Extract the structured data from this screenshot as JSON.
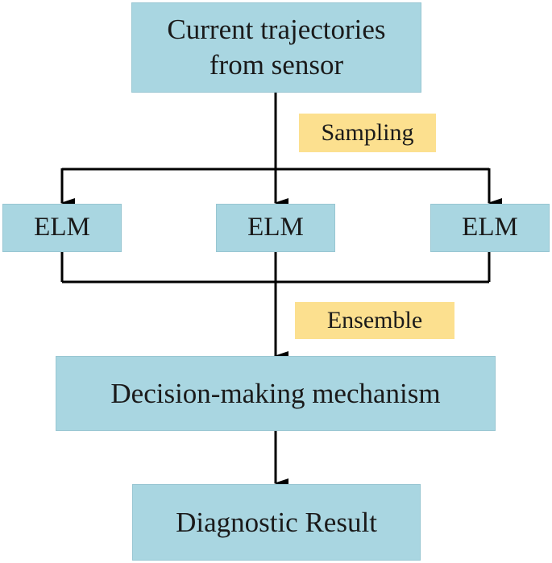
{
  "nodes": {
    "source": {
      "line1": "Current trajectories",
      "line2": "from sensor"
    },
    "elm_left": "ELM",
    "elm_middle": "ELM",
    "elm_right": "ELM",
    "decision": "Decision-making mechanism",
    "result": "Diagnostic Result"
  },
  "edge_labels": {
    "sampling": "Sampling",
    "ensemble": "Ensemble"
  },
  "colors": {
    "box_fill": "#a9d6e1",
    "label_fill": "#fce08f",
    "line": "#000000"
  }
}
